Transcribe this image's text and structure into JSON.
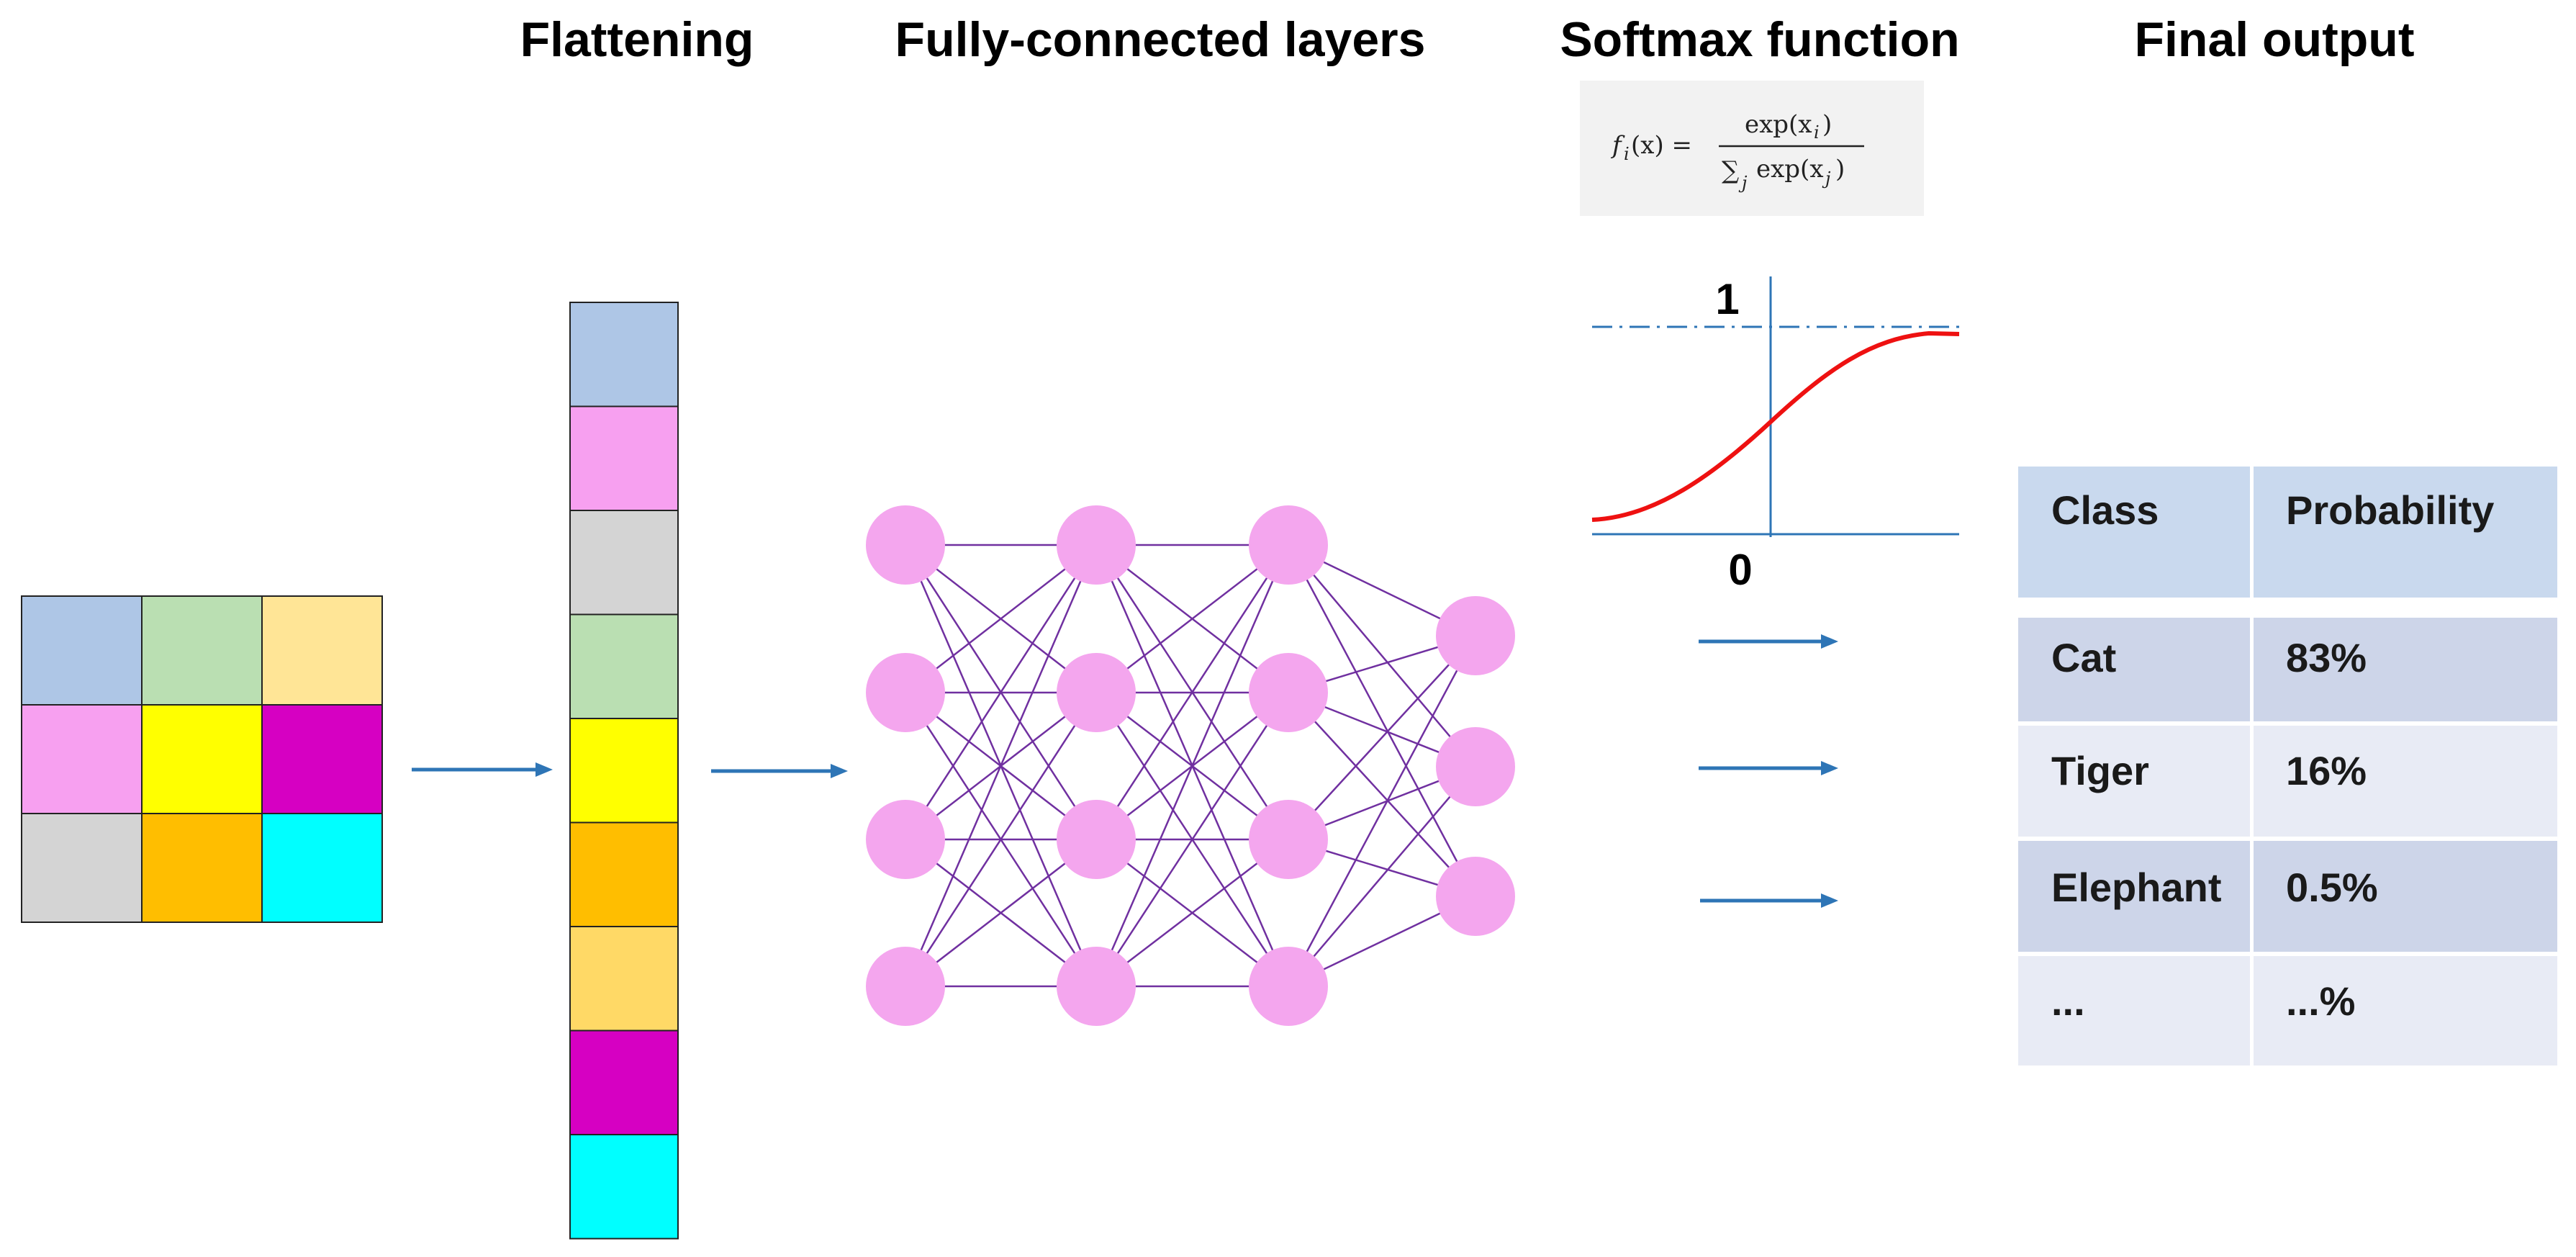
{
  "headings": {
    "flattening": "Flattening",
    "fully_connected": "Fully-connected layers",
    "softmax": "Softmax function",
    "final_output": "Final output"
  },
  "formula": {
    "lhs": "f",
    "lhs_sub": "i",
    "lhs_arg": "(x) =",
    "numerator": "exp(x",
    "numerator_sub": "i",
    "numerator_close": ")",
    "sum_symbol": "∑",
    "sum_sub": "j",
    "denominator": "exp(x",
    "denominator_sub": "j",
    "denominator_close": ")"
  },
  "softmax_plot": {
    "y_top_label": "1",
    "y_bottom_label": "0",
    "curve_color": "#ee1111",
    "axis_color": "#2e75b6"
  },
  "input_grid": {
    "colors": [
      [
        "#aec6e6",
        "#badfb2",
        "#ffe596"
      ],
      [
        "#f7a0f0",
        "#ffff00",
        "#d600c2"
      ],
      [
        "#d4d4d4",
        "#ffbe00",
        "#00ffff"
      ]
    ]
  },
  "flattened_vector": {
    "colors": [
      "#aec6e6",
      "#f7a0f0",
      "#d4d4d4",
      "#badfb2",
      "#ffff00",
      "#ffbe00",
      "#ffd966",
      "#d600c2",
      "#00ffff"
    ]
  },
  "network": {
    "layer_sizes": [
      4,
      4,
      4,
      3
    ],
    "node_color": "#f4a6ee",
    "edge_color": "#7030a0"
  },
  "arrow_color": "#2e75b6",
  "output_table": {
    "headers": [
      "Class",
      "Probability"
    ],
    "rows": [
      [
        "Cat",
        "83%"
      ],
      [
        "Tiger",
        "16%"
      ],
      [
        "Elephant",
        "0.5%"
      ],
      [
        "...",
        "...%"
      ]
    ],
    "header_color": "#c9d9ee",
    "row_dark_color": "#cdd5e9",
    "row_light_color": "#e8ebf5"
  }
}
